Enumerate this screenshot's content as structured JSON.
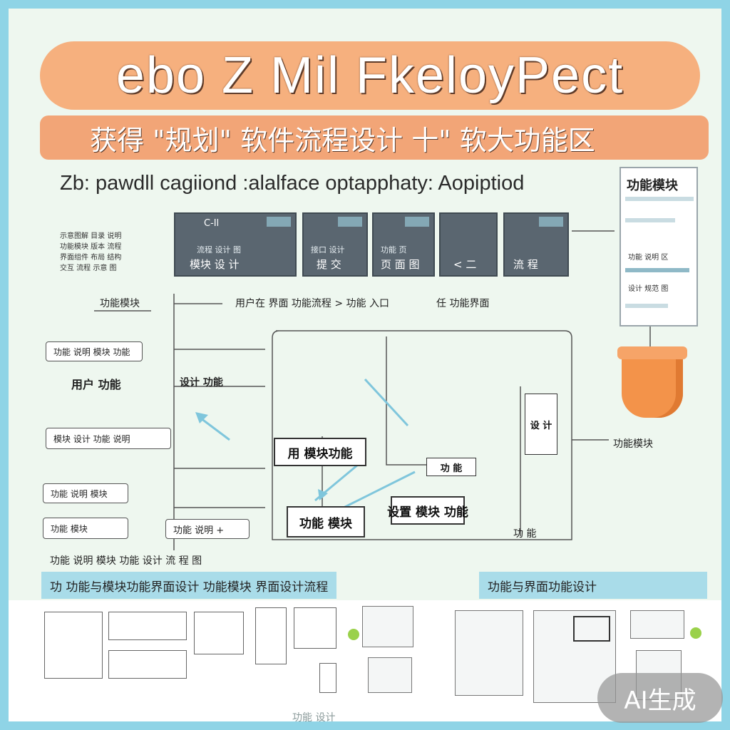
{
  "title": "ebo Z Mil FkeloyPect",
  "subtitle": "获得 \"规划\" 软件流程设计 十\" 软大功能区",
  "heading": "Zb: pawdll cagiiond :alalface optapphaty: Aopiptiod",
  "notes": [
    "示意图解 目录 说明",
    "功能模块 版本 流程",
    "界面组件 布局 结构",
    "交互 流程 示意 图"
  ],
  "screens": [
    {
      "top": "C-Il",
      "mid": "流程 设计 图",
      "bot": "模块 设 计"
    },
    {
      "top": "",
      "mid": "接口 设计",
      "bot": "提 交"
    },
    {
      "top": "",
      "mid": "功能 页",
      "bot": "页 面 图"
    },
    {
      "top": "",
      "mid": "",
      "bot": "< 二"
    },
    {
      "top": "",
      "mid": "",
      "bot": "流 程"
    }
  ],
  "phone": {
    "title": "功能模块",
    "rows": [
      "功能 说明 区",
      "设计 规范 图"
    ]
  },
  "flow": {
    "top_left": "功能模块",
    "top_mid": "用户在 界面 功能流程 > 功能 入口",
    "top_right": "任 功能界面",
    "mid_left": "用户 功能",
    "mid_center": "设计 功能",
    "right_label": "功能模块",
    "bottom_right": "功 能"
  },
  "side_boxes": [
    "功能 说明 模块 功能",
    "模块 设计 功能 说明",
    "功能 说明 模块",
    "功能 模块"
  ],
  "nodes": {
    "n1": "用 模块功能",
    "n2": "功 能",
    "n3": "功能 模块",
    "n4": "设 计",
    "n5": "设置 模块 功能"
  },
  "small_box": "功能 说明 +",
  "footnote": "功能 说明 模块 功能 设计 流 程 图",
  "section_left": "功 功能与模块功能界面设计 功能模块 界面设计流程",
  "section_right": "功能与界面功能设计",
  "footer": "功能 设计",
  "badge": "AI生成",
  "colors": {
    "banner": "#f6b07e",
    "section": "#a9dce9",
    "border": "#8fd4e6",
    "accent": "#f3934a"
  }
}
